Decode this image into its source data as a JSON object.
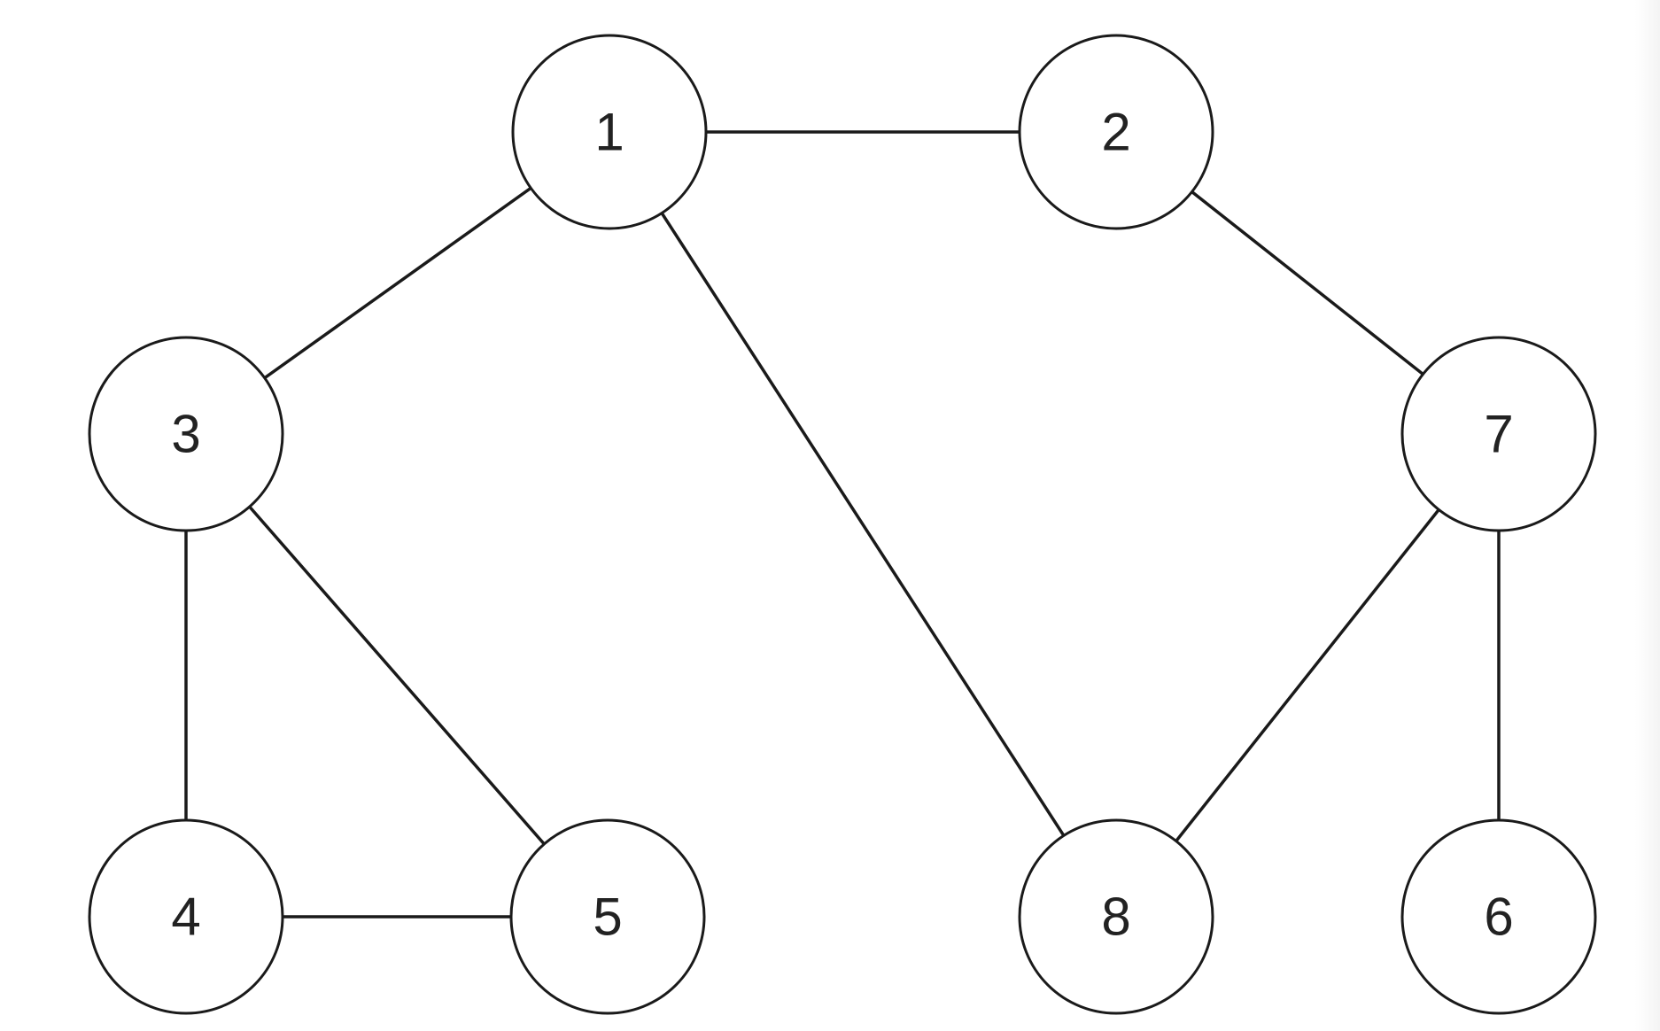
{
  "graph": {
    "nodes": [
      {
        "id": "1",
        "label": "1"
      },
      {
        "id": "2",
        "label": "2"
      },
      {
        "id": "3",
        "label": "3"
      },
      {
        "id": "4",
        "label": "4"
      },
      {
        "id": "5",
        "label": "5"
      },
      {
        "id": "6",
        "label": "6"
      },
      {
        "id": "7",
        "label": "7"
      },
      {
        "id": "8",
        "label": "8"
      }
    ],
    "edges": [
      [
        "1",
        "2"
      ],
      [
        "1",
        "3"
      ],
      [
        "1",
        "8"
      ],
      [
        "2",
        "7"
      ],
      [
        "3",
        "4"
      ],
      [
        "3",
        "5"
      ],
      [
        "4",
        "5"
      ],
      [
        "7",
        "8"
      ],
      [
        "7",
        "6"
      ]
    ]
  }
}
